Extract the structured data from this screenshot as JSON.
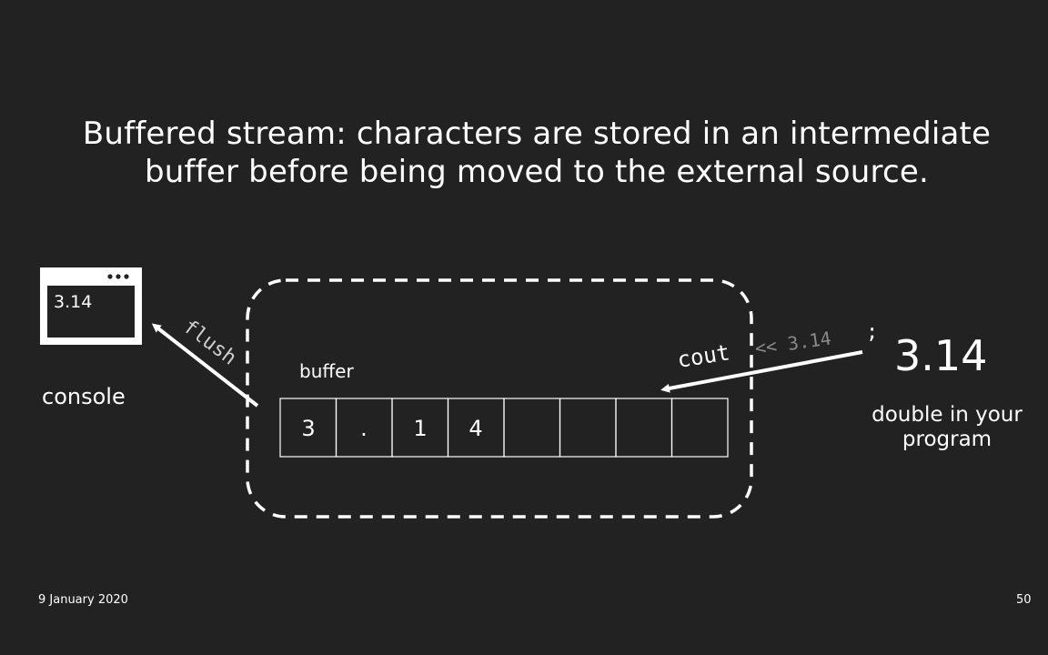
{
  "title": {
    "line1": "Buffered stream: characters are stored in an intermediate",
    "line2": "buffer before being moved to the external source."
  },
  "console": {
    "window_text": "3.14",
    "label": "console"
  },
  "flush_label": "flush",
  "buffer": {
    "label": "buffer",
    "cells": [
      "3",
      ".",
      "1",
      "4",
      "",
      "",
      "",
      ""
    ]
  },
  "statement": {
    "cout": "cout",
    "operator": "<< 3.14",
    "semicolon": ";"
  },
  "variable": {
    "value": "3.14",
    "description": "double in your program"
  },
  "footer": {
    "date": "9 January 2020",
    "page": "50"
  },
  "colors": {
    "background": "#222222",
    "foreground": "#ffffff",
    "dim_text": "#8a8a8a"
  }
}
